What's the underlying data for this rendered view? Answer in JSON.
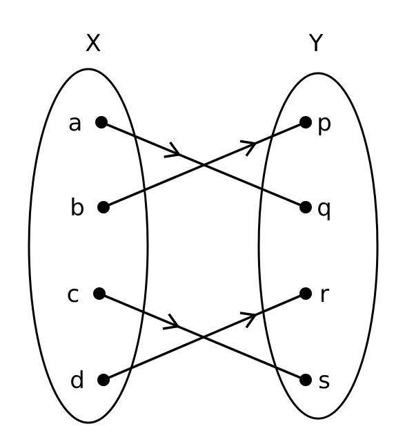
{
  "sets": [
    {
      "label": "X",
      "elements": [
        "a",
        "b",
        "c",
        "d"
      ]
    },
    {
      "label": "Y",
      "elements": [
        "p",
        "q",
        "r",
        "s"
      ]
    }
  ],
  "mappings": [
    {
      "from": "a",
      "to": "q"
    },
    {
      "from": "b",
      "to": "p"
    },
    {
      "from": "c",
      "to": "s"
    },
    {
      "from": "d",
      "to": "r"
    }
  ],
  "colors": {
    "stroke": "#000000",
    "background": "#ffffff"
  }
}
